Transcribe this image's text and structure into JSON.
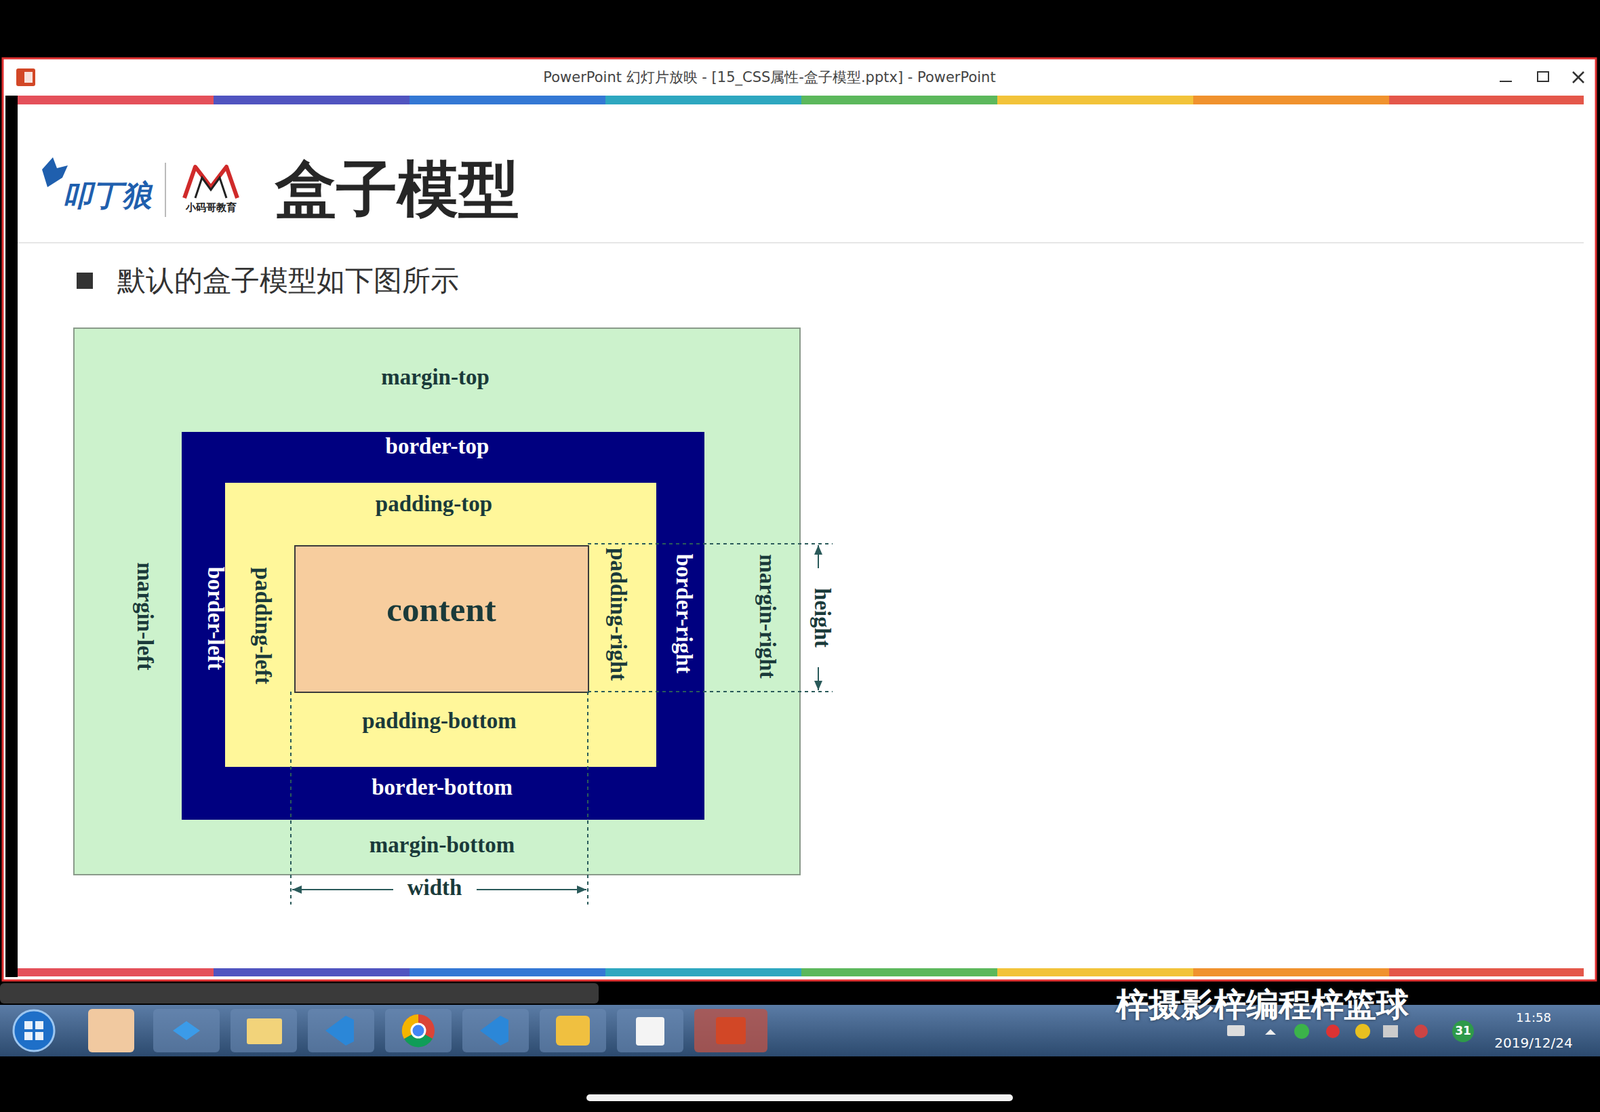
{
  "diagram": {
    "title": "盒子模型",
    "nodes": [
      {
        "text": [
          "margin-top",
          "margin-left",
          "margin-right",
          "margin-bottom"
        ]
      },
      {
        "text": [
          "border-top",
          "border-left",
          "border-right",
          "border-bottom"
        ],
        "in": 0
      },
      {
        "text": [
          "padding-top",
          "padding-left",
          "padding-right",
          "padding-bottom"
        ],
        "in": 1
      },
      {
        "text": [
          "content"
        ],
        "in": 2
      }
    ],
    "labels": [
      "PowerPoint 幻灯片放映 - [15_CSS属性-盒子模型.pptx] - PowerPoint",
      "叩丁狼",
      "小码哥教育",
      "默认的盒子模型如下图所示",
      "width",
      "height",
      "梓摄影梓编程梓篮球",
      "11:58",
      "2019/12/24",
      "31"
    ]
  }
}
